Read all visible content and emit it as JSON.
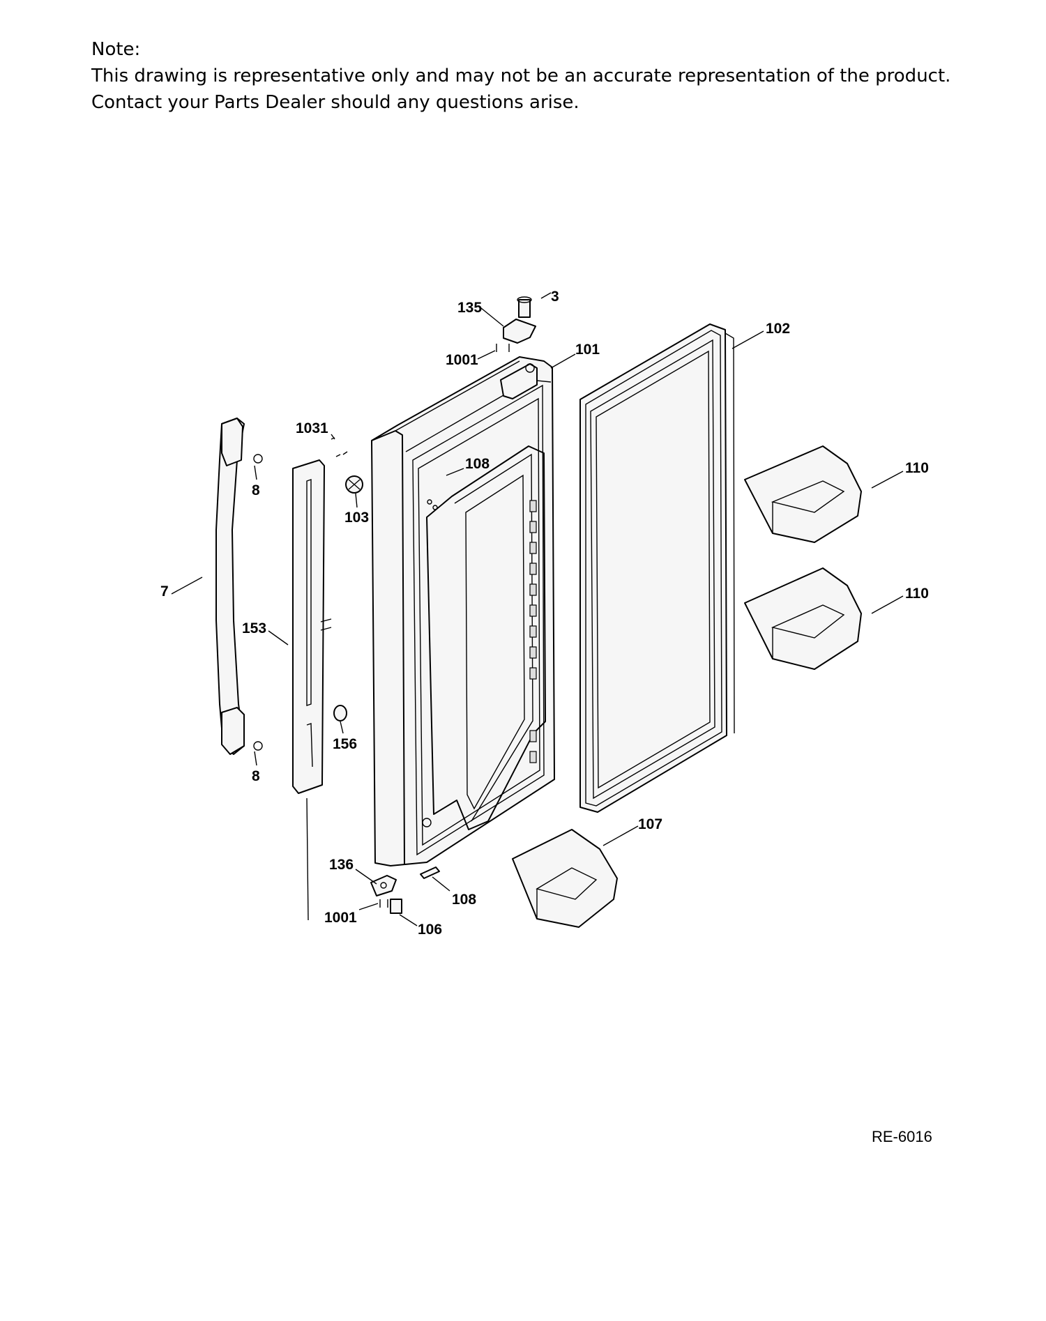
{
  "note": {
    "heading": "Note:",
    "line1": "This drawing is representative only and may not be an accurate representation of the product.",
    "line2": "Contact your Parts Dealer should any questions arise."
  },
  "diagram_code": "RE-6016",
  "callouts": {
    "c3": "3",
    "c135": "135",
    "c102": "102",
    "c1001_top": "1001",
    "c101": "101",
    "c1031": "1031",
    "c108_top": "108",
    "c110_top": "110",
    "c8_top": "8",
    "c103": "103",
    "c7": "7",
    "c110_bottom": "110",
    "c153": "153",
    "c156": "156",
    "c8_bottom": "8",
    "c107": "107",
    "c136": "136",
    "c108_bottom": "108",
    "c1001_bottom": "1001",
    "c106": "106"
  }
}
